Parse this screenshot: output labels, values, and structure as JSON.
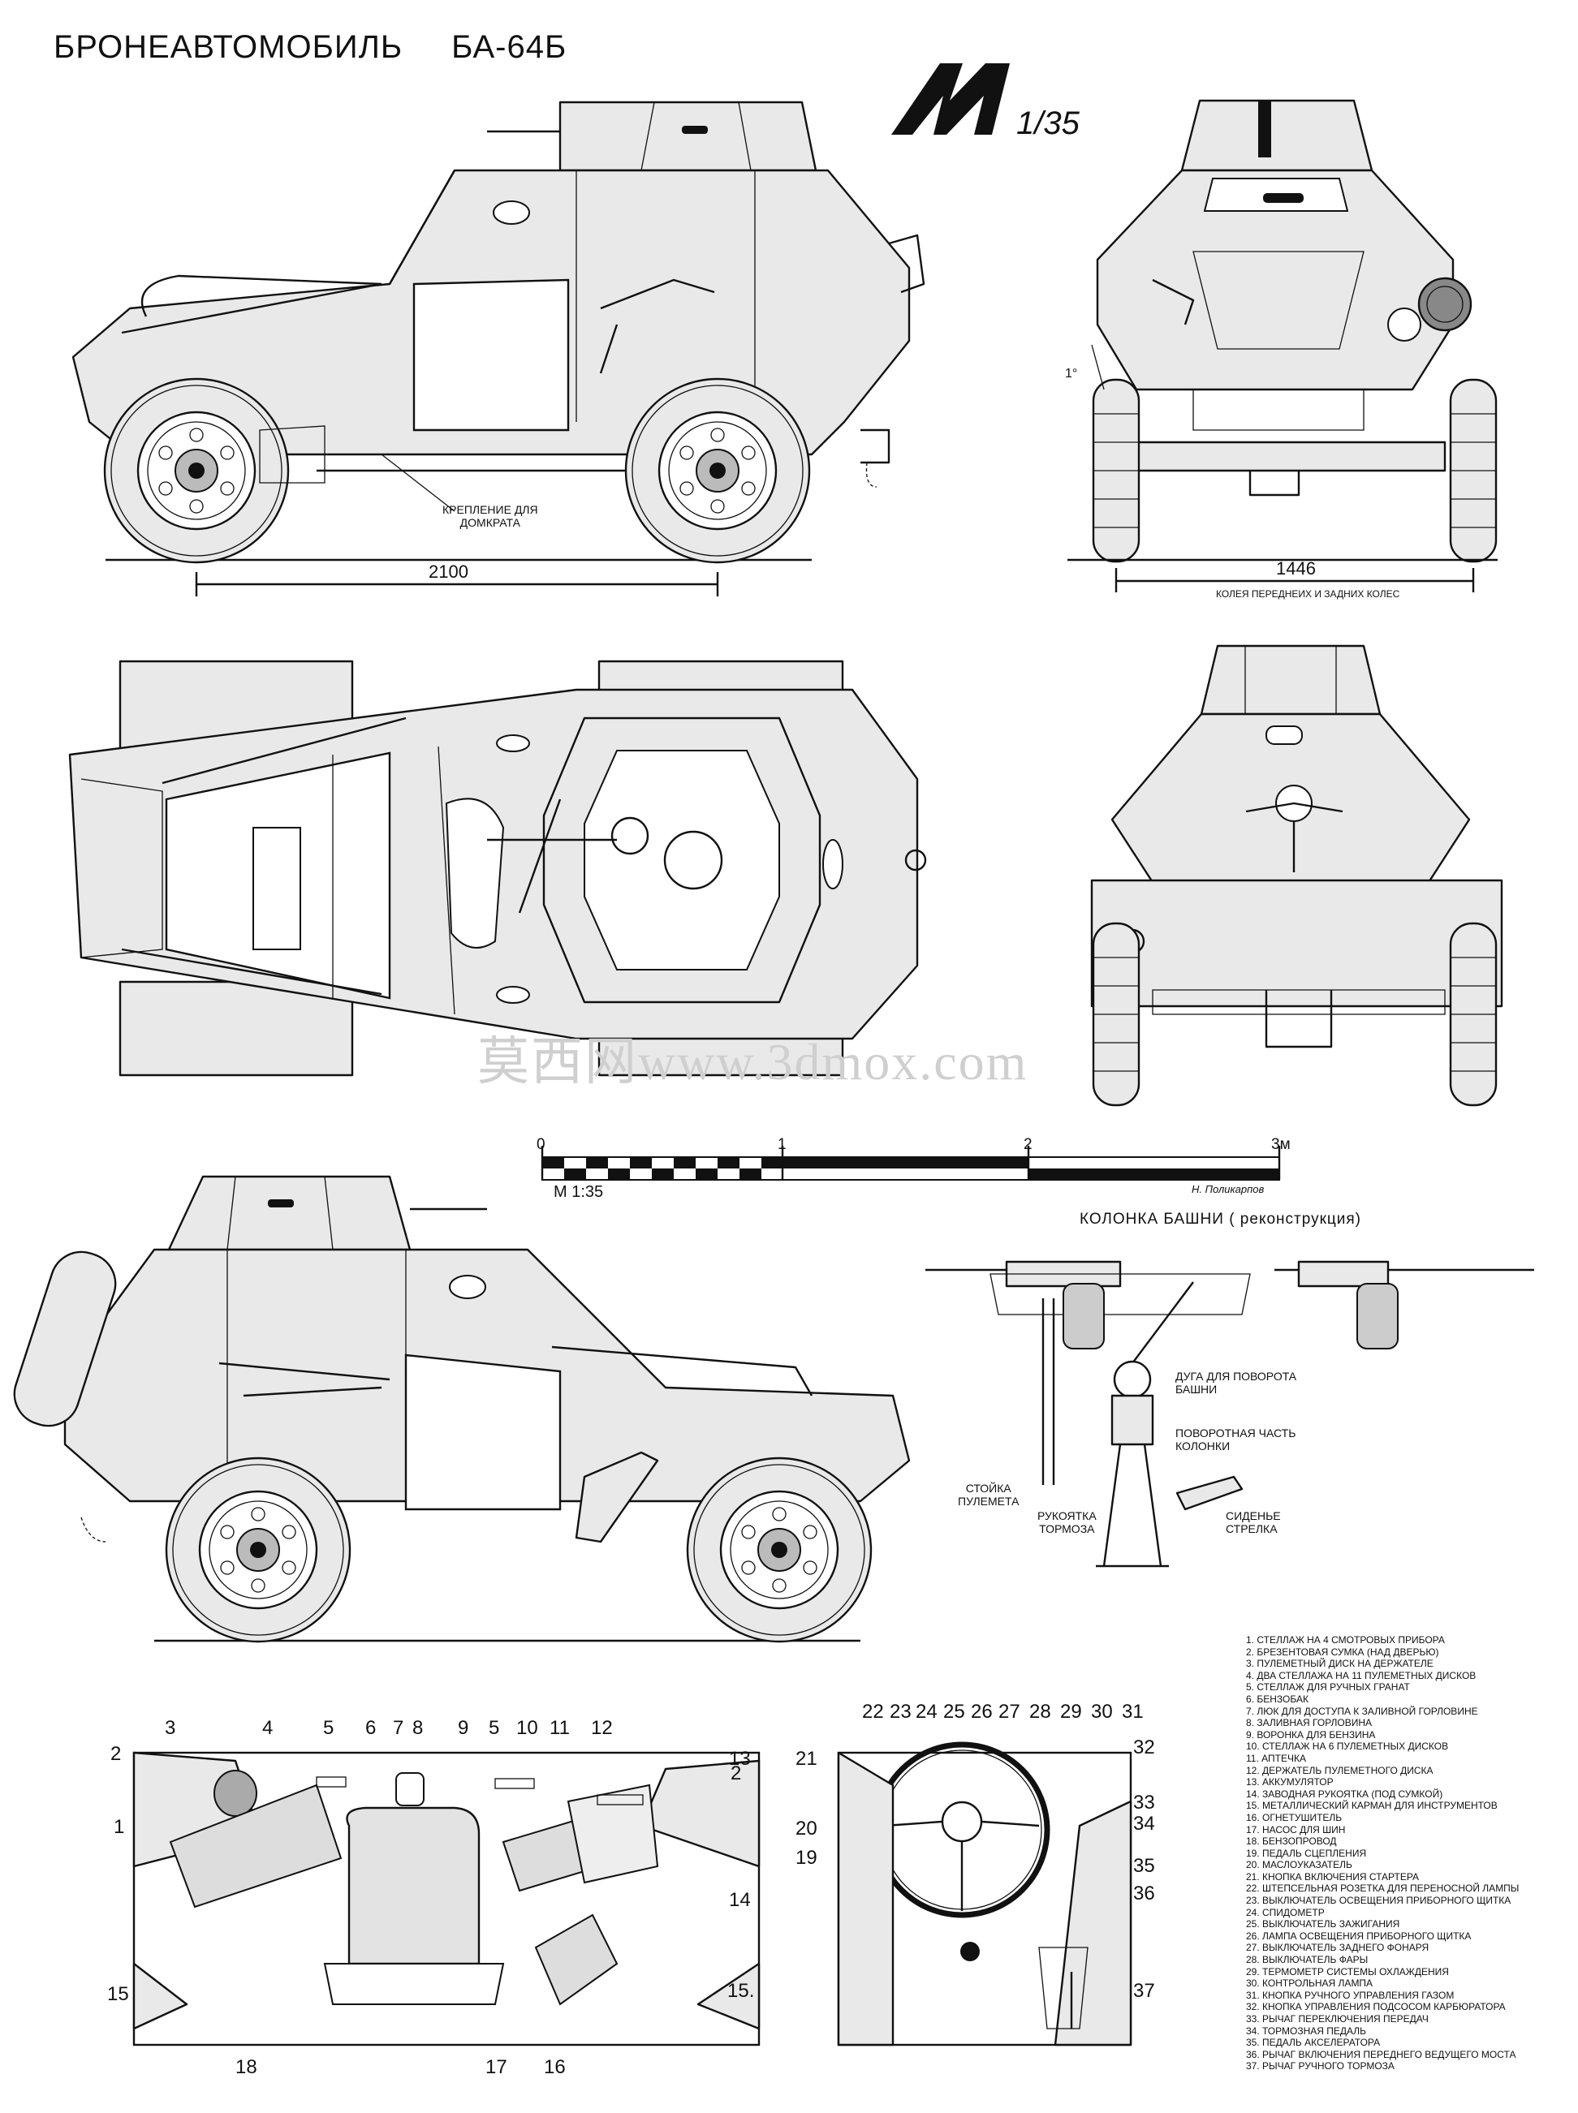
{
  "title": {
    "name": "БРОНЕАВТОМОБИЛЬ",
    "model": "БА-64Б"
  },
  "scale_badge": "1/35",
  "watermark": "莫西网www.3dmox.com",
  "side_view_top": {
    "label_jack": [
      "КРЕПЛЕНИЕ ДЛЯ",
      "ДОМКРАТА"
    ],
    "dim_wheelbase": "2100"
  },
  "front_view": {
    "dim_track": "1446",
    "track_caption": "КОЛЕЯ ПЕРЕДНЕИХ И ЗАДНИХ КОЛЕС",
    "angle": "1°"
  },
  "scale_bar": {
    "ticks": [
      "0",
      "1",
      "2",
      "3м"
    ],
    "label": "M 1:35",
    "author": "Н. Поликарпов"
  },
  "turret_column": {
    "title": "КОЛОНКА  БАШНИ  ( реконструкция)",
    "labels": {
      "arc": [
        "ДУГА ДЛЯ ПОВОРОТА",
        "БАШНИ"
      ],
      "rotating": [
        "ПОВОРОТНАЯ ЧАСТЬ",
        "КОЛОНКИ"
      ],
      "mg_post": [
        "СТОЙКА",
        "ПУЛЕМЕТА"
      ],
      "brake": [
        "РУКОЯТКА",
        "ТОРМОЗА"
      ],
      "seat": [
        "СИДЕНЬЕ",
        "СТРЕЛКА"
      ]
    }
  },
  "interior_left_callouts": [
    "1",
    "2",
    "2",
    "3",
    "4",
    "5",
    "5",
    "6",
    "7",
    "8",
    "9",
    "10",
    "11",
    "12",
    "13",
    "14",
    "15",
    "15.",
    "16",
    "17",
    "18"
  ],
  "interior_right_callouts": [
    "19",
    "20",
    "21",
    "22",
    "23",
    "24",
    "25",
    "26",
    "27",
    "28",
    "29",
    "30",
    "31",
    "32",
    "33",
    "34",
    "35",
    "36",
    "37"
  ],
  "legend": [
    "1. СТЕЛЛАЖ НА 4 СМОТРОВЫХ ПРИБОРА",
    "2. БРЕЗЕНТОВАЯ СУМКА (НАД ДВЕРЬЮ)",
    "3. ПУЛЕМЕТНЫЙ ДИСК НА ДЕРЖАТЕЛЕ",
    "4. ДВА СТЕЛЛАЖА НА 11 ПУЛЕМЕТНЫХ ДИСКОВ",
    "5. СТЕЛЛАЖ ДЛЯ РУЧНЫХ ГРАНАТ",
    "6. БЕНЗОБАК",
    "7. ЛЮК ДЛЯ ДОСТУПА К ЗАЛИВНОЙ ГОРЛОВИНЕ",
    "8. ЗАЛИВНАЯ ГОРЛОВИНА",
    "9. ВОРОНКА ДЛЯ БЕНЗИНА",
    "10. СТЕЛЛАЖ НА 6 ПУЛЕМЕТНЫХ ДИСКОВ",
    "11. АПТЕЧКА",
    "12. ДЕРЖАТЕЛЬ ПУЛЕМЕТНОГО ДИСКА",
    "13. АККУМУЛЯТОР",
    "14. ЗАВОДНАЯ РУКОЯТКА (ПОД СУМКОЙ)",
    "15. МЕТАЛЛИЧЕСКИЙ КАРМАН ДЛЯ ИНСТРУМЕНТОВ",
    "16. ОГНЕТУШИТЕЛЬ",
    "17. НАСОС ДЛЯ ШИН",
    "18. БЕНЗОПРОВОД",
    "19. ПЕДАЛЬ СЦЕПЛЕНИЯ",
    "20. МАСЛОУКАЗАТЕЛЬ",
    "21. КНОПКА ВКЛЮЧЕНИЯ СТАРТЕРА",
    "22. ШТЕПСЕЛЬНАЯ РОЗЕТКА ДЛЯ ПЕРЕНОСНОЙ ЛАМПЫ",
    "23. ВЫКЛЮЧАТЕЛЬ ОСВЕЩЕНИЯ ПРИБОРНОГО ЩИТКА",
    "24. СПИДОМЕТР",
    "25. ВЫКЛЮЧАТЕЛЬ ЗАЖИГАНИЯ",
    "26. ЛАМПА ОСВЕЩЕНИЯ ПРИБОРНОГО ЩИТКА",
    "27. ВЫКЛЮЧАТЕЛЬ ЗАДНЕГО ФОНАРЯ",
    "28. ВЫКЛЮЧАТЕЛЬ ФАРЫ",
    "29. ТЕРМОМЕТР СИСТЕМЫ ОХЛАЖДЕНИЯ",
    "30. КОНТРОЛЬНАЯ ЛАМПА",
    "31. КНОПКА РУЧНОГО УПРАВЛЕНИЯ ГАЗОМ",
    "32. КНОПКА УПРАВЛЕНИЯ ПОДСОСОМ КАРБЮРАТОРА",
    "33. РЫЧАГ ПЕРЕКЛЮЧЕНИЯ ПЕРЕДАЧ",
    "34. ТОРМОЗНАЯ ПЕДАЛЬ",
    "35. ПЕДАЛЬ АКСЕЛЕРАТОРА",
    "36. РЫЧАГ ВКЛЮЧЕНИЯ ПЕРЕДНЕГО ВЕДУЩЕГО МОСТА",
    "37. РЫЧАГ РУЧНОГО ТОРМОЗА"
  ]
}
